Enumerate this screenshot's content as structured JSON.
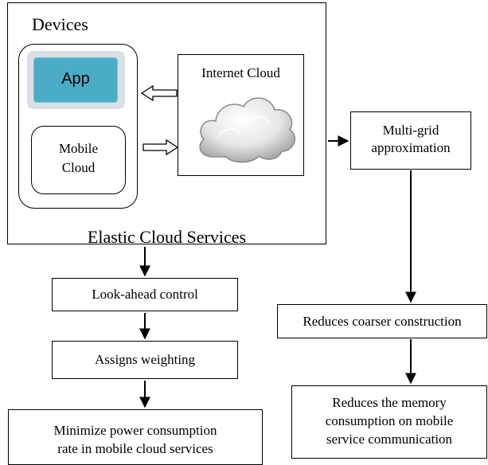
{
  "outer": {
    "title": "Devices",
    "footer": "Elastic Cloud Services"
  },
  "app": {
    "label": "App"
  },
  "mobile_cloud": {
    "line1": "Mobile",
    "line2": "Cloud"
  },
  "internet": {
    "label": "Internet Cloud"
  },
  "multigrid": {
    "line1": "Multi-grid",
    "line2": "approximation"
  },
  "lookahead": {
    "label": "Look-ahead control"
  },
  "weighting": {
    "label": "Assigns weighting"
  },
  "minimize": {
    "line1": "Minimize power consumption",
    "line2": "rate in mobile cloud services"
  },
  "coarser": {
    "label": "Reduces coarser construction"
  },
  "memory": {
    "line1": "Reduces the memory",
    "line2": "consumption on mobile",
    "line3": "service communication"
  }
}
